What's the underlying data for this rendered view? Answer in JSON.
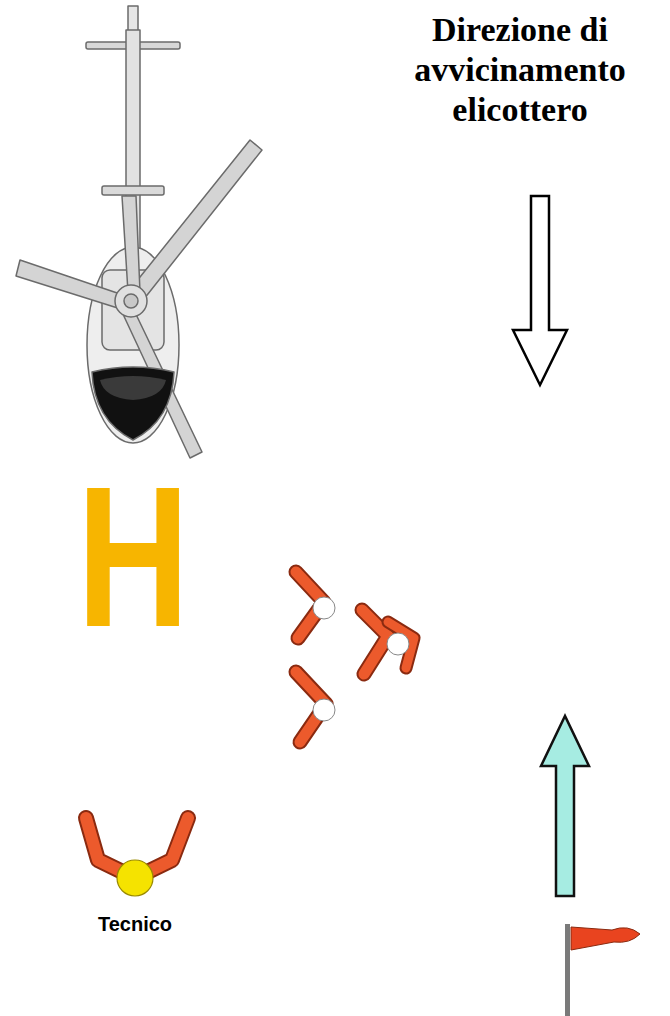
{
  "diagram": {
    "labels": [
      "Direzione di avvicinamento elicottero",
      "H",
      "Tecnico"
    ]
  }
}
